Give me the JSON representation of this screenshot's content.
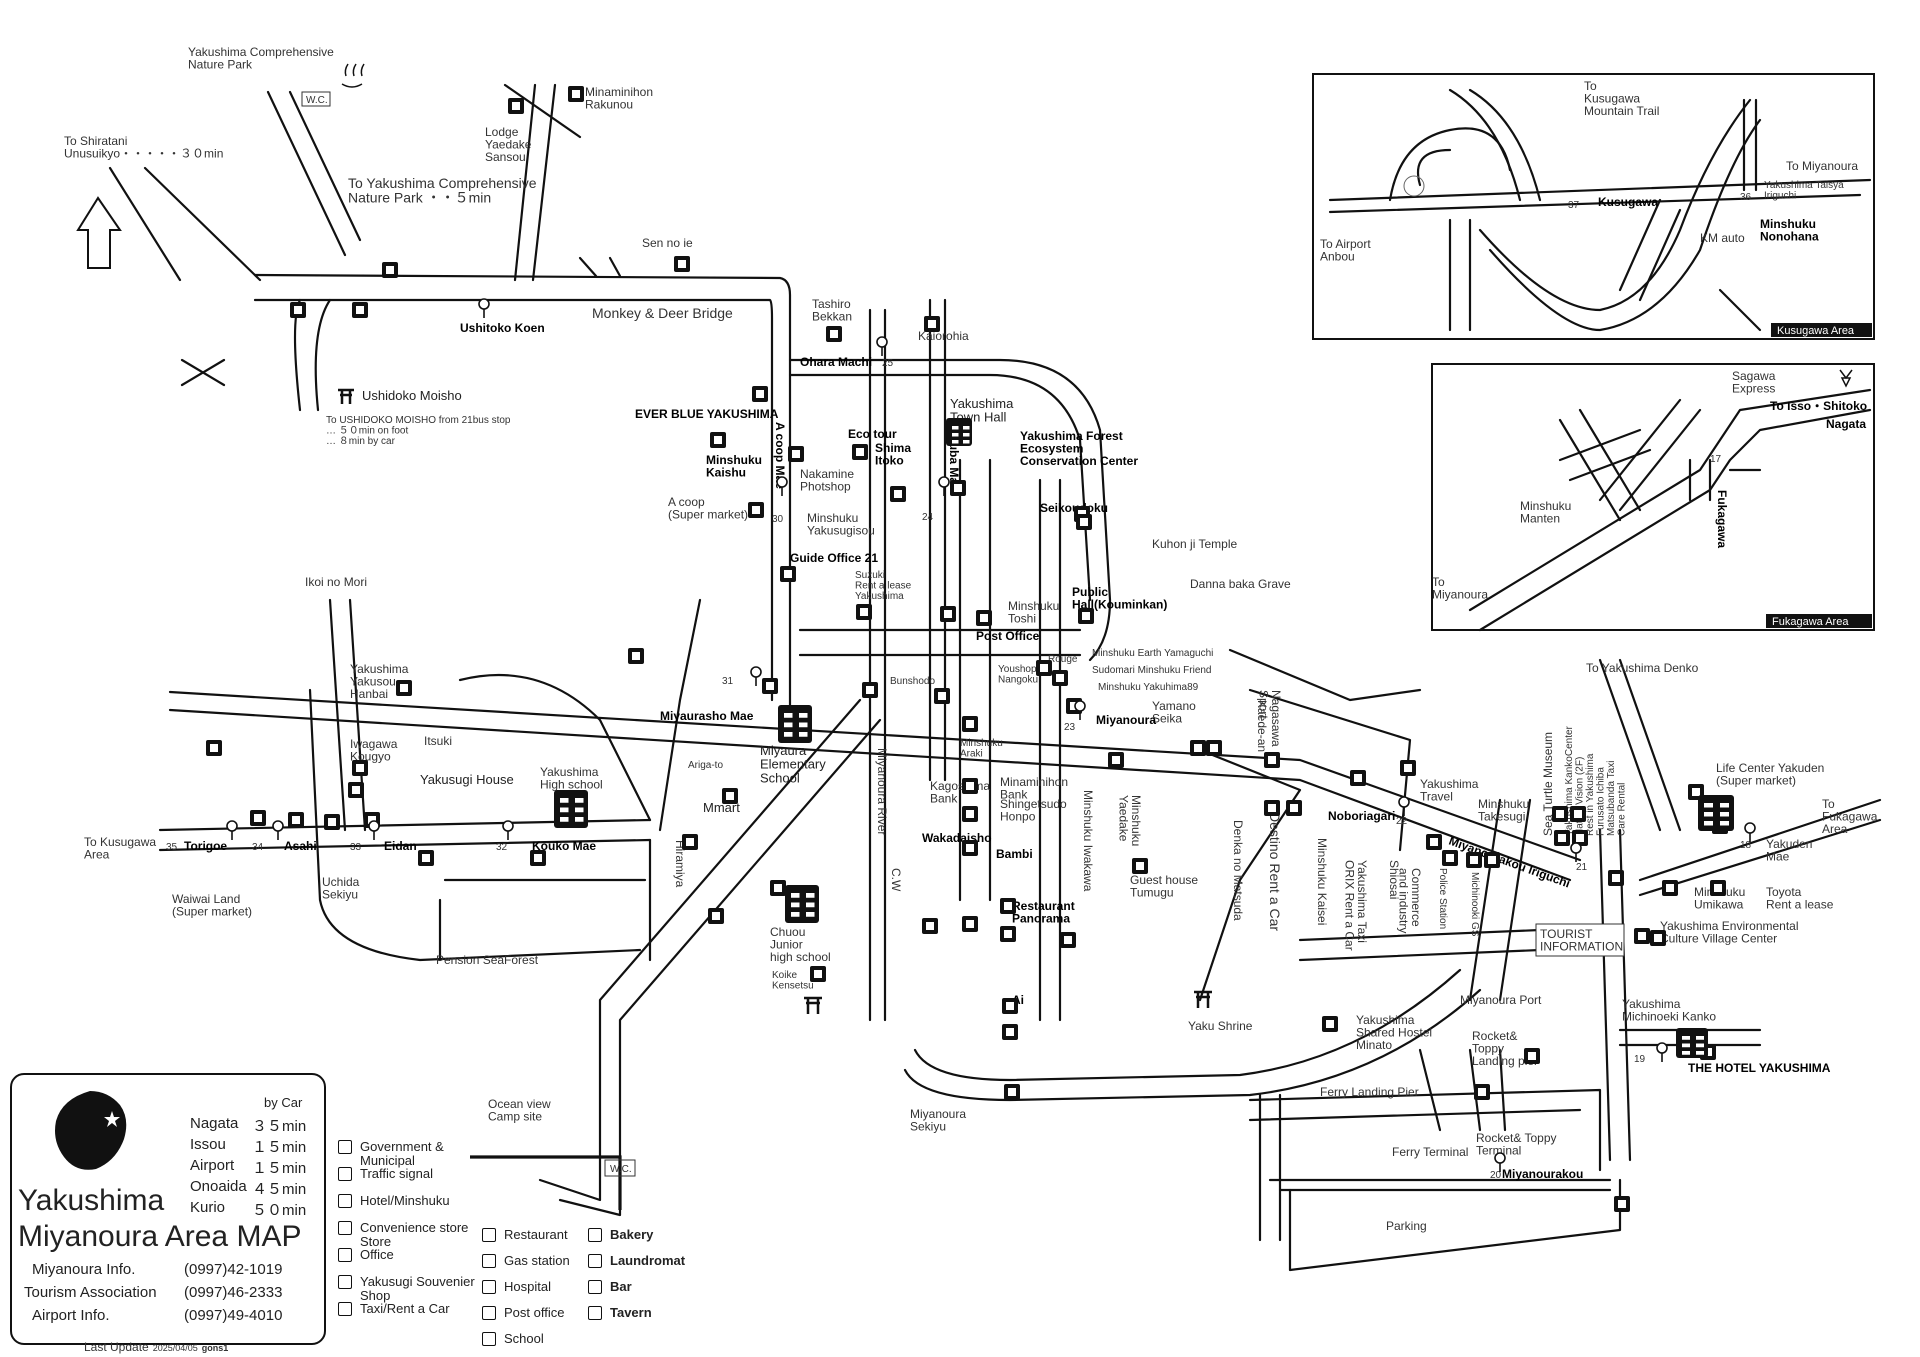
{
  "title_line1": "Yakushima",
  "title_line2": "Miyanoura Area MAP",
  "by_car_label": "by Car",
  "travel_times": [
    {
      "place": "Nagata",
      "time": "３５min"
    },
    {
      "place": "Issou",
      "time": "１５min"
    },
    {
      "place": "Airport",
      "time": "１５min"
    },
    {
      "place": "Onoaida",
      "time": "４５min"
    },
    {
      "place": "Kurio",
      "time": "５０min"
    }
  ],
  "contacts": [
    {
      "name": "Miyanoura Info.",
      "phone": "(0997)42-1019"
    },
    {
      "name": "Tourism Association",
      "phone": "(0997)46-2333"
    },
    {
      "name": "Airport Info.",
      "phone": "(0997)49-4010"
    }
  ],
  "last_update_label": "Last Update",
  "last_update_date": "2025/04/05",
  "last_update_author": "gons1",
  "legend": {
    "col1": [
      "Government & Municipal",
      "Traffic signal",
      "Hotel/Minshuku",
      "Convenience store Store",
      "Office",
      "Yakusugi Souvenier Shop",
      "Taxi/Rent a Car"
    ],
    "col2": [
      "Restaurant",
      "Gas station",
      "Hospital",
      "Post office",
      "School"
    ],
    "col3": [
      "Bakery",
      "Laundromat",
      "Bar",
      "Tavern"
    ]
  },
  "labels": {
    "nature_park": "Yakushima Comprehensive\nNature Park",
    "wc": "W.C.",
    "to_shiratani": "To Shiratani\nUnusuikyo・・・・・３０min",
    "to_nature_park": "To Yakushima Comprehensive\nNature Park ・・５min",
    "lodge": "Lodge\nYaedake\nSansou",
    "minaminihon_rakunou": "Minaminihon\nRakunou",
    "sen_no_ie": "Sen no ie",
    "ushitoko_koen": "Ushitoko Koen",
    "monkey_bridge": "Monkey & Deer Bridge",
    "ushidoko_moisho": "Ushidoko Moisho",
    "moisho_note": "To USHIDOKO MOISHO from 21bus stop\n… ５０min on foot\n… ８min by car",
    "tashiro_bekkan": "Tashiro\nBekkan",
    "kaiorohia": "Kaiorohia",
    "ohara_machi": "Ohara Machi",
    "stop_25": "25",
    "ever_blue": "EVER BLUE YAKUSHIMA",
    "eco_tour": "Eco tour",
    "shima_itoko": "Shima\nItoko",
    "nakamine": "Nakamine\nPhotshop",
    "minshuku_kaishu": "Minshuku\nKaishu",
    "a_coop_mae": "A coop Mae",
    "a_coop": "A coop\n(Super market)",
    "stop_30": "30",
    "minshuku_yakusugisou": "Minshuku\nYakusugisou",
    "yakuba_mae": "Yakuba Mae",
    "stop_24": "24",
    "town_hall": "Yakushima\nTown Hall",
    "forest_center": "Yakushima Forest\nEcosystem\nConservation Center",
    "seikoudoku": "Seikoudoku",
    "kuhon_temple": "Kuhon ji Temple",
    "danna_grave": "Danna baka Grave",
    "guide_office": "Guide Office 21",
    "suzuki": "Suzuki\nRent a lease\nYakushima",
    "public_hall": "Public\nHall(Kouminkan)",
    "minshuku_toshi": "Minshuku\nToshi",
    "post_office": "Post Office",
    "ikoi_no_mori": "Ikoi no Mori",
    "yakusou_hanbai": "Yakushima\nYakusou\nHanbai",
    "bunshodo": "Bunshodo",
    "youshop": "Youshop\nNangoku",
    "rouge": "Rouge",
    "earth_yamaguchi": "Minshuku Earth Yamaguchi",
    "sudomari": "Sudomari Minshuku Friend",
    "minshuku_89": "Minshuku Yakuhima89",
    "yamano_seika": "Yamano\nSeika",
    "kaede_an": "Kaede-an",
    "nagasawa_sport": "Nagasawa\nSport",
    "stop_31": "31",
    "miyaurasho_mae": "Miyaurasho Mae",
    "miyaura_elementary": "Miyaura\nElementary\nSchool",
    "miyanoura_river": "Miyanoura River",
    "miyanoura_stop": "Miyanoura",
    "stop_23": "23",
    "minshuku_araki": "Minshuku\nAraki",
    "kagoshima_bank": "Kagoshima\nBank",
    "minaminihon_bank": "Minaminihon\nBank",
    "shingetsudo": "Shingetsudo\nHonpo",
    "wakadaisho": "Wakadaisho",
    "bambi": "Bambi",
    "minshuku_yaedake": "Minshuku\nYaedake",
    "minshuku_iwakawa": "Minshuku Iwakawa",
    "itsuki": "Itsuki",
    "iwagawa_kougyo": "Iwagawa\nKougyo",
    "yakusugi_house": "Yakusugi House",
    "yakushima_high": "Yakushima\nHigh school",
    "ariga_to": "Ariga-to",
    "mmart": "Mmart",
    "hiramiya": "Hiramiya",
    "to_kusugawa": "To Kusugawa\nArea",
    "stop_35": "35",
    "torigoe": "Torigoe",
    "stop_34": "34",
    "asahi": "Asahi",
    "stop_33": "33",
    "eidan": "Eidan",
    "stop_32": "32",
    "kouko_mae": "Kouko Mae",
    "waiwai": "Waiwai Land\n(Super market)",
    "uchida": "Uchida\nSekiyu",
    "pension": "Pension SeaForest",
    "chuou_junior": "Chuou\nJunior\nhigh school",
    "koike": "Koike\nKensetsu",
    "restaurant_panorama": "Restaurant\nPanorama",
    "ai": "Ai",
    "cw": "C.W",
    "miyanoura_sekiyu": "Miyanoura\nSekiyu",
    "ocean_view": "Ocean view\nCamp site",
    "yaku_shrine": "Yaku Shrine",
    "guest_house": "Guest house\nTumugu",
    "denka_matsuda": "Denka no Matsuda",
    "destino": "Destino Rent a Car",
    "minshuku_kaisei": "Minshuku Kaisei",
    "noboriagari": "Noboriagari",
    "stop_22": "22",
    "yakushima_taxi": "Yakushima Taxi\nORIX Rent a Car",
    "shiosai": "Shiosai",
    "commerce": "Commerce\nand industry",
    "police": "Police Station",
    "michinooki": "Michinooki GS",
    "yakushima_travel": "Yakushima\nTravel",
    "minshuku_takesugi": "Minshuku\nTakesugi",
    "sea_turtle": "Sea Turtle Museum",
    "kankocenter": "Yakushima KankoCenter\nNative Vision (2F)\nRest in Yakushima\nFurusato Ichiba\nMatsubanda Taxi\nCare Rental",
    "miyanourakou_iriguchi": "Miyanourakou Iriguchi",
    "stop_21": "21",
    "to_denko": "To Yakushima Denko",
    "life_center": "Life Center Yakuden\n(Super market)",
    "to_fukagawa": "To\nFukagawa\nArea",
    "stop_18": "18",
    "yakuden_mae": "Yakuden\nMae",
    "minshuku_umikawa": "Minshuku\nUmikawa",
    "toyota": "Toyota\nRent a lease",
    "tourist_info": "TOURIST\nINFORMATION",
    "environmental": "Yakushima Environmental\nCulture Village Center",
    "shared_hostel": "Yakushima\nShared Hostel\nMinato",
    "miyanoura_port": "Miyanoura Port",
    "rocket_pier": "Rocket&\nToppy\nLanding pier",
    "michinoeki": "Yakushima\nMichinoeki Kanko",
    "stop_19": "19",
    "hotel_yakushima": "THE HOTEL YAKUSHIMA",
    "ferry_pier": "Ferry Landing Pier",
    "ferry_terminal": "Ferry Terminal",
    "rocket_terminal": "Rocket& Toppy\nTerminal",
    "stop_20": "20",
    "miyanourakou": "Miyanourakou",
    "parking": "Parking"
  },
  "inset_kusugawa": {
    "area_name": "Kusugawa Area",
    "to_trail": "To\nKusugawa\nMountain Trail",
    "to_miyanoura": "To Miyanoura",
    "taisya": "Yakushima Taisya\nIriguchi",
    "stop_37": "37",
    "kusugawa": "Kusugawa",
    "stop_36": "36",
    "minshuku_nonohana": "Minshuku\nNonohana",
    "km_auto": "KM auto",
    "to_airport": "To Airport\nAnbou"
  },
  "inset_fukagawa": {
    "area_name": "Fukagawa Area",
    "sagawa": "Sagawa\nExpress",
    "to_isso": "To Isso・Shitoko",
    "nagata": "Nagata",
    "stop_17": "17",
    "fukagawa": "Fukagawa",
    "minshuku_manten": "Minshuku\nManten",
    "to_miyanoura": "To\nMiyanoura"
  }
}
